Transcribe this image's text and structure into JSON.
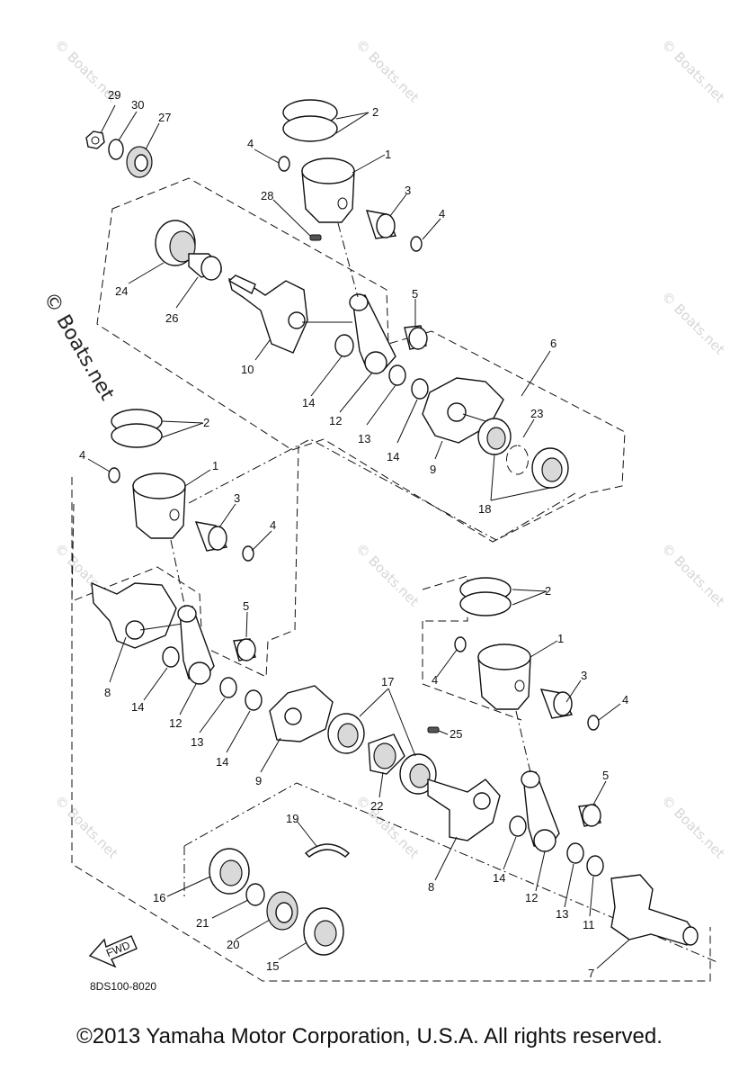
{
  "diagram_code": "8DS100-8020",
  "fwd_label": "FWD",
  "copyright": "©2013 Yamaha Motor Corporation, U.S.A. All rights reserved.",
  "watermark": "© Boats.net",
  "part_numbers": {
    "n1": "1",
    "n2": "2",
    "n3": "3",
    "n4": "4",
    "n5": "5",
    "n6": "6",
    "n7": "7",
    "n8": "8",
    "n9": "9",
    "n10": "10",
    "n11": "11",
    "n12": "12",
    "n13": "13",
    "n14": "14",
    "n15": "15",
    "n16": "16",
    "n17": "17",
    "n18": "18",
    "n19": "19",
    "n20": "20",
    "n21": "21",
    "n22": "22",
    "n23": "23",
    "n24": "24",
    "n25": "25",
    "n26": "26",
    "n27": "27",
    "n28": "28",
    "n29": "29",
    "n30": "30"
  }
}
